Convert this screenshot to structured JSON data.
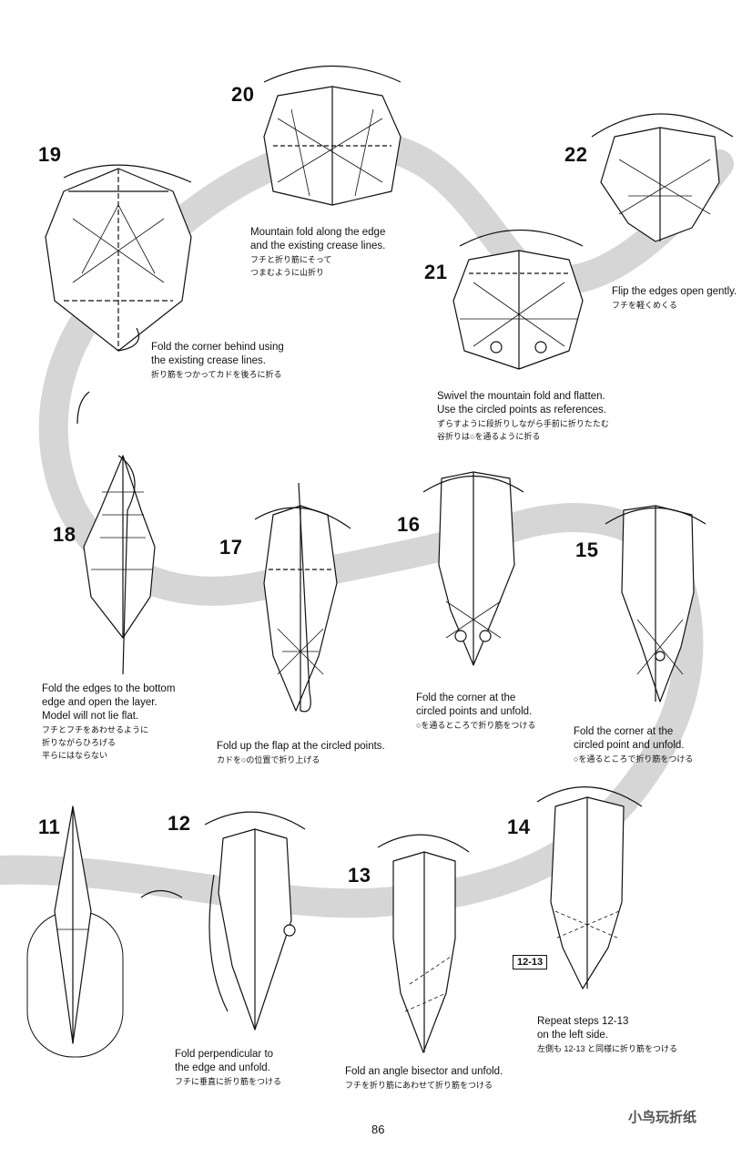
{
  "page_number": "86",
  "watermark": "小鸟玩折纸",
  "steps": [
    {
      "number": "19",
      "lines": [
        "Fold the corner behind using",
        "the existing crease lines.",
        "折り筋をつかってカドを後ろに折る"
      ]
    },
    {
      "number": "20",
      "lines": [
        "Mountain fold along the edge",
        "and the existing crease lines.",
        "フチと折り筋にそって",
        "つまむように山折り"
      ]
    },
    {
      "number": "21",
      "lines": [
        "Swivel the mountain fold and flatten.",
        "Use the circled points as references.",
        "ずらすように段折りしながら手前に折りたたむ",
        "谷折りは○を通るように折る"
      ]
    },
    {
      "number": "22",
      "lines": [
        "Flip the edges open gently.",
        "フチを軽くめくる"
      ]
    },
    {
      "number": "18",
      "lines": [
        "Fold the edges to the bottom",
        "edge and open the layer.",
        "Model will not lie flat.",
        "フチとフチをあわせるように",
        "折りながらひろげる",
        "平らにはならない"
      ]
    },
    {
      "number": "17",
      "lines": [
        "Fold up the flap at the circled points.",
        "カドを○の位置で折り上げる"
      ]
    },
    {
      "number": "16",
      "lines": [
        "Fold the corner at the",
        "circled points and unfold.",
        "○を通るところで折り筋をつける"
      ]
    },
    {
      "number": "15",
      "lines": [
        "Fold the corner at the",
        "circled point and unfold.",
        "○を通るところで折り筋をつける"
      ]
    },
    {
      "number": "11",
      "lines": []
    },
    {
      "number": "12",
      "lines": [
        "Fold perpendicular to",
        "the edge and unfold.",
        "フチに垂直に折り筋をつける"
      ]
    },
    {
      "number": "13",
      "lines": [
        "Fold an angle bisector and unfold.",
        "フチを折り筋にあわせて折り筋をつける"
      ]
    },
    {
      "number": "14",
      "lines": [
        "Repeat steps 12-13",
        "on the left side.",
        "左側も 12-13 と同様に折り筋をつける"
      ],
      "ref": "12-13"
    }
  ]
}
